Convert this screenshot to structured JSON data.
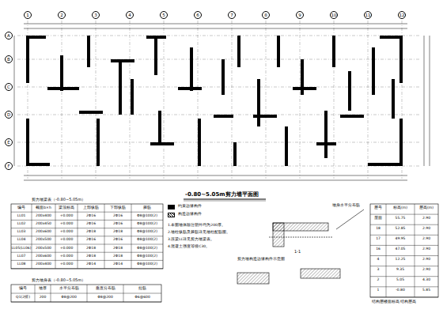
{
  "diagram": {
    "title": "-0.80~5.05m剪力墙平面图",
    "nodes": [
      {
        "text": [
          "1"
        ]
      },
      {
        "text": [
          "2"
        ]
      },
      {
        "text": [
          "3"
        ]
      },
      {
        "text": [
          "4"
        ]
      },
      {
        "text": [
          "5"
        ]
      },
      {
        "text": [
          "6"
        ]
      },
      {
        "text": [
          "7"
        ]
      },
      {
        "text": [
          "8"
        ]
      },
      {
        "text": [
          "9"
        ]
      },
      {
        "text": [
          "10"
        ]
      },
      {
        "text": [
          "11"
        ]
      },
      {
        "text": [
          "12"
        ]
      },
      {
        "text": [
          "A"
        ]
      },
      {
        "text": [
          "B"
        ]
      },
      {
        "text": [
          "C"
        ]
      },
      {
        "text": [
          "D"
        ]
      },
      {
        "text": [
          "E"
        ]
      },
      {
        "text": [
          "F"
        ]
      }
    ],
    "labels": [
      "剪力墙梁表（-0.80~5.05m）",
      "编号",
      "截面b×h",
      "梁顶标高",
      "上部纵筋",
      "下部纵筋",
      "箍筋",
      "LL01",
      "200x400",
      "+0.000",
      "2Φ16",
      "2Φ16",
      "Φ8@100(2)",
      "LL02",
      "200x450",
      "+0.000",
      "2Φ16",
      "2Φ16",
      "Φ8@100(2)",
      "LL03",
      "200x600",
      "+0.000",
      "2Φ18",
      "2Φ18",
      "Φ8@100(2)",
      "LL04",
      "200x500",
      "+0.000",
      "2Φ16",
      "2Φ16",
      "Φ8@100(2)",
      "LL05(LL06)",
      "200x500",
      "+0.000",
      "2Φ18",
      "2Φ18",
      "Φ8@100(2)",
      "LL07",
      "200x600",
      "+0.000",
      "2Φ18",
      "2Φ18",
      "Φ8@100(2)",
      "LL08",
      "200x400",
      "+0.000",
      "2Φ14",
      "2Φ14",
      "Φ8@100(2)",
      "剪力墙身表（-0.80~5.05m）",
      "编号",
      "墙厚",
      "水平分布筋",
      "垂直分布筋",
      "拉筋",
      "Q1(2排)",
      "200",
      "Φ8@200",
      "Φ8@200",
      "Φ6@600",
      "1.本图墙体除注明外均为200厚。",
      "2.墙柱纵筋及箍筋详见墙柱配筋图。",
      "3.连梁LL详见剪力墙梁表。",
      "4.混凝土强度等级C30。",
      "剪力墙构造边缘构件示意图",
      "墙身水平分布筋",
      "1-1",
      "结构层楼面标高 结构层高",
      "层号",
      "标高(m)",
      "层高(m)",
      "屋面",
      "55.75",
      "2.90",
      "18",
      "52.85",
      "2.90",
      "17",
      "49.95",
      "2.90",
      "16",
      "47.05",
      "2.90",
      "4",
      "12.25",
      "2.90",
      "3",
      "9.35",
      "2.90",
      "2",
      "5.05",
      "4.30",
      "1",
      "-0.80",
      "5.85"
    ],
    "legend": [
      {
        "text": "约束边缘构件",
        "color": "#000000"
      },
      {
        "text": "构造边缘构件"
      }
    ]
  }
}
